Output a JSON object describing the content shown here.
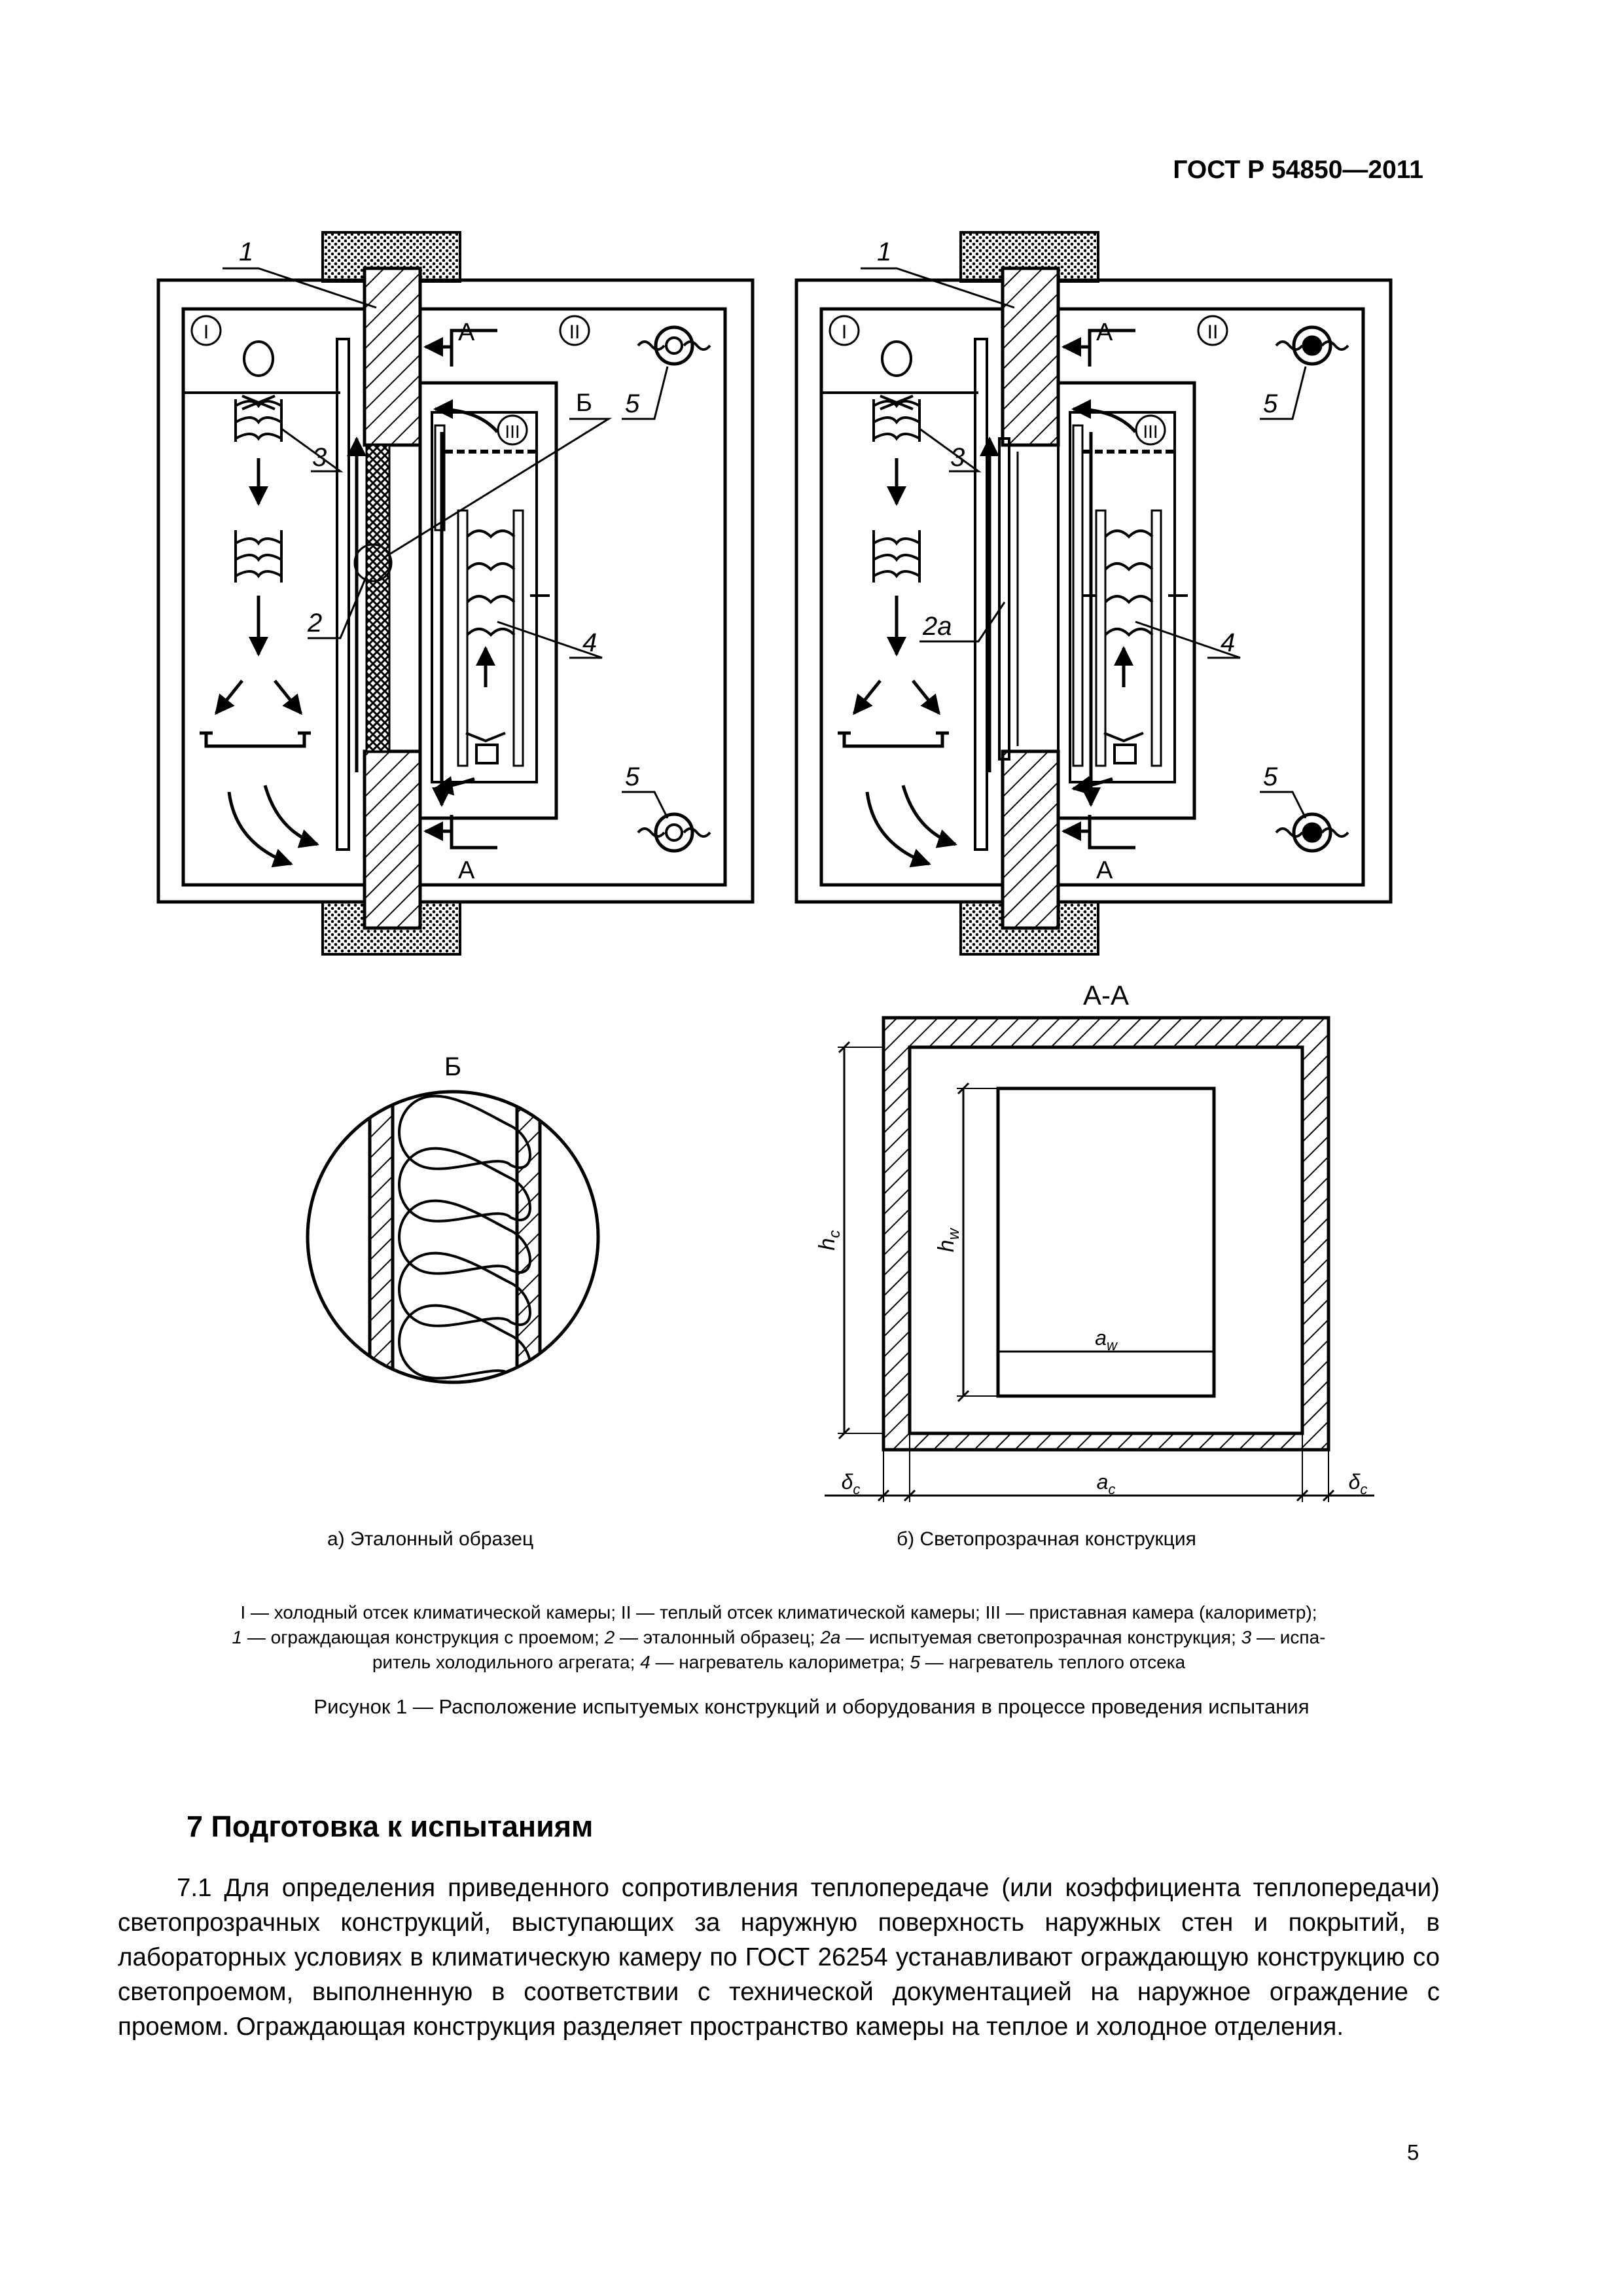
{
  "header": {
    "doc_id": "ГОСТ Р 54850—2011"
  },
  "figure": {
    "left_panel": {
      "compartment_cold": "I",
      "compartment_warm": "II",
      "calorimeter": "III",
      "section_mark_top": "А",
      "section_mark_bottom": "А",
      "detail_mark": "Б",
      "callout_1": "1",
      "callout_2": "2",
      "callout_3": "3",
      "callout_4": "4",
      "callout_5_top": "5",
      "callout_5_bottom": "5"
    },
    "right_panel": {
      "compartment_cold": "I",
      "compartment_warm": "II",
      "calorimeter": "III",
      "section_mark_top": "А",
      "section_mark_bottom": "А",
      "callout_1": "1",
      "callout_2a": "2a",
      "callout_3": "3",
      "callout_4": "4",
      "callout_5_top": "5",
      "callout_5_bottom": "5"
    },
    "detail": {
      "title": "Б"
    },
    "section": {
      "title": "А-А",
      "dim_hc": "h",
      "dim_hc_sub": "c",
      "dim_hw": "h",
      "dim_hw_sub": "w",
      "dim_aw": "a",
      "dim_aw_sub": "w",
      "dim_ac": "a",
      "dim_ac_sub": "c",
      "dim_delta_left": "δ",
      "dim_delta_left_sub": "c",
      "dim_delta_right": "δ",
      "dim_delta_right_sub": "c"
    },
    "caption_a": "а) Эталонный образец",
    "caption_b": "б) Светопрозрачная конструкция"
  },
  "legend": {
    "line1": "I — холодный отсек климатической камеры; II — теплый отсек климатической камеры; III — приставная камера (калориметр);",
    "line2_p1": "1",
    "line2_p2": " — ограждающая конструкция с проемом; ",
    "line2_p3": "2",
    "line2_p4": " — эталонный образец; ",
    "line2_p5": "2а",
    "line2_p6": " — испытуемая светопрозрачная конструкция; ",
    "line2_p7": "3",
    "line2_p8": " — испа-",
    "line3_p1": "ритель холодильного агрегата; ",
    "line3_p2": "4",
    "line3_p3": " — нагреватель калориметра; ",
    "line3_p4": "5",
    "line3_p5": " — нагреватель теплого отсека"
  },
  "figure_title": "Рисунок  1 — Расположение испытуемых конструкций и оборудования в процессе проведения испытания",
  "section": {
    "heading": "7  Подготовка к испытаниям",
    "paragraph": "7.1 Для определения приведенного сопротивления теплопередаче (или коэффициента теплопередачи) светопрозрачных конструкций, выступающих за наружную поверхность наружных стен и покрытий, в лабораторных условиях в климатическую камеру по ГОСТ 26254 устанавливают ограждающую конструкцию со светопроемом, выполненную в соответствии с технической документацией на наружное ограждение с проемом. Ограждающая конструкция разделяет пространство камеры на теплое и холодное отделения."
  },
  "page_number": "5"
}
